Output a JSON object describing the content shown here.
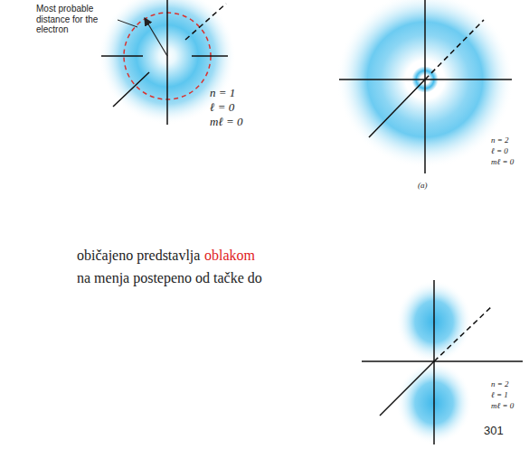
{
  "diagram": {
    "labels": [
      "Most probable distance for the electron",
      "n = 1",
      "ℓ = 0",
      "mℓ = 0",
      "n = 2",
      "ℓ = 0",
      "mℓ = 0",
      "(a)",
      "običajeno predstavlja",
      "oblakom",
      "na menja postepeno od tačke do",
      "n = 2",
      "ℓ = 1",
      "mℓ = 0",
      "301"
    ]
  }
}
